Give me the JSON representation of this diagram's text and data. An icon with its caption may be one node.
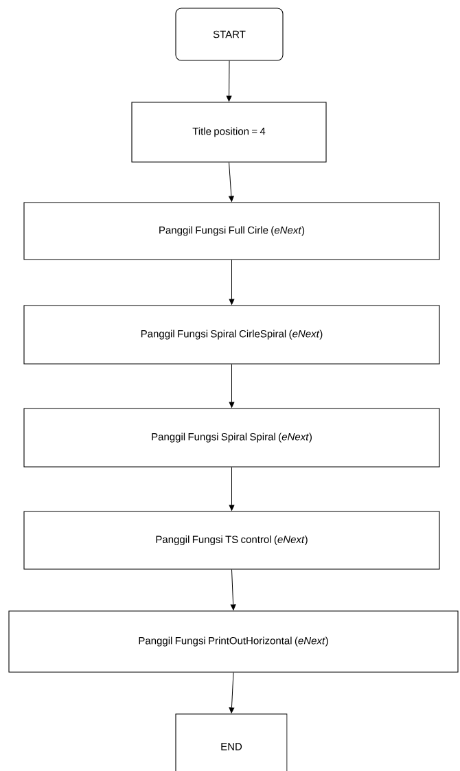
{
  "diagram": {
    "nodes": [
      {
        "text": [
          "START"
        ]
      },
      {
        "text": [
          "Title position = 4"
        ]
      },
      {
        "text": [
          "Panggil Fungsi Full Cirle (*eNext*)"
        ]
      },
      {
        "text": [
          "Panggil Fungsi Spiral CirleSpiral (*eNext*)"
        ]
      },
      {
        "text": [
          "Panggil Fungsi Spiral Spiral (*eNext*)"
        ]
      },
      {
        "text": [
          "Panggil Fungsi TS control (*eNext*)"
        ]
      },
      {
        "text": [
          "Panggil Fungsi PrintOutHorizontal (*eNext*)"
        ]
      },
      {
        "text": [
          "END"
        ]
      }
    ],
    "edges": [
      {
        "from": 0,
        "to": 1,
        "arrow": "to"
      },
      {
        "from": 1,
        "to": 2,
        "arrow": "to"
      },
      {
        "from": 2,
        "to": 3,
        "arrow": "to"
      },
      {
        "from": 3,
        "to": 4,
        "arrow": "to"
      },
      {
        "from": 4,
        "to": 5,
        "arrow": "to"
      },
      {
        "from": 5,
        "to": 6,
        "arrow": "to"
      },
      {
        "from": 6,
        "to": 7,
        "arrow": "to"
      }
    ]
  }
}
